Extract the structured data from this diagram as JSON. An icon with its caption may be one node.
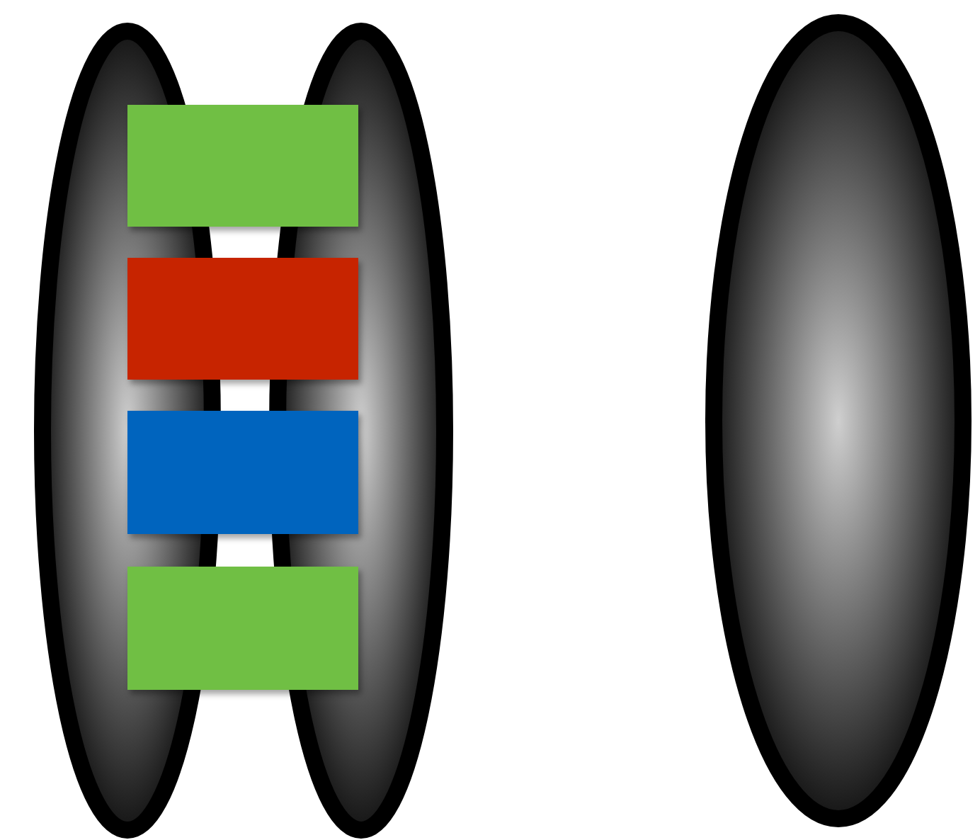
{
  "diagram": {
    "nodes": [
      {
        "text": [],
        "shape": "ellipse"
      },
      {
        "text": [],
        "shape": "ellipse"
      },
      {
        "text": [],
        "shape": "box"
      },
      {
        "text": [],
        "shape": "box"
      },
      {
        "text": [],
        "shape": "box"
      },
      {
        "text": [],
        "shape": "box"
      },
      {
        "text": [],
        "shape": "ellipse"
      }
    ]
  }
}
